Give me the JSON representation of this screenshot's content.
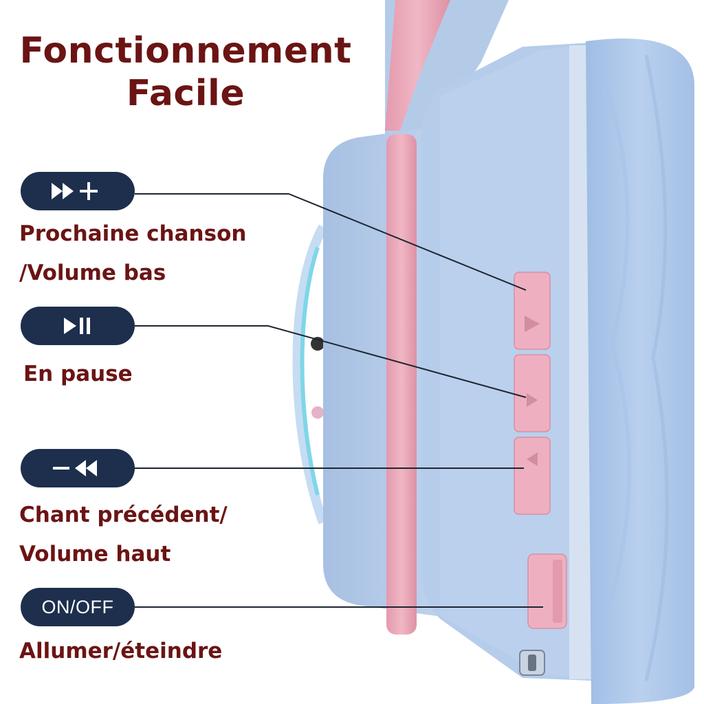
{
  "title": {
    "line1": "Fonctionnement",
    "line2": "Facile"
  },
  "controls": [
    {
      "icon": "next-volume-up-icon",
      "label_line1": "Prochaine chanson",
      "label_line2": "/Volume bas"
    },
    {
      "icon": "play-pause-icon",
      "pill_text": "",
      "label_line1": "En pause",
      "label_line2": ""
    },
    {
      "icon": "volume-down-previous-icon",
      "label_line1": "Chant précédent/",
      "label_line2": "Volume haut"
    },
    {
      "icon": "power-icon",
      "pill_text": "ON/OFF",
      "label_line1": "Allumer/éteindre",
      "label_line2": ""
    }
  ],
  "colors": {
    "title": "#6b1414",
    "pill_bg": "#1d2f4d",
    "headphone_blue": "#b6cde9",
    "headphone_pink": "#e9a9b9"
  }
}
